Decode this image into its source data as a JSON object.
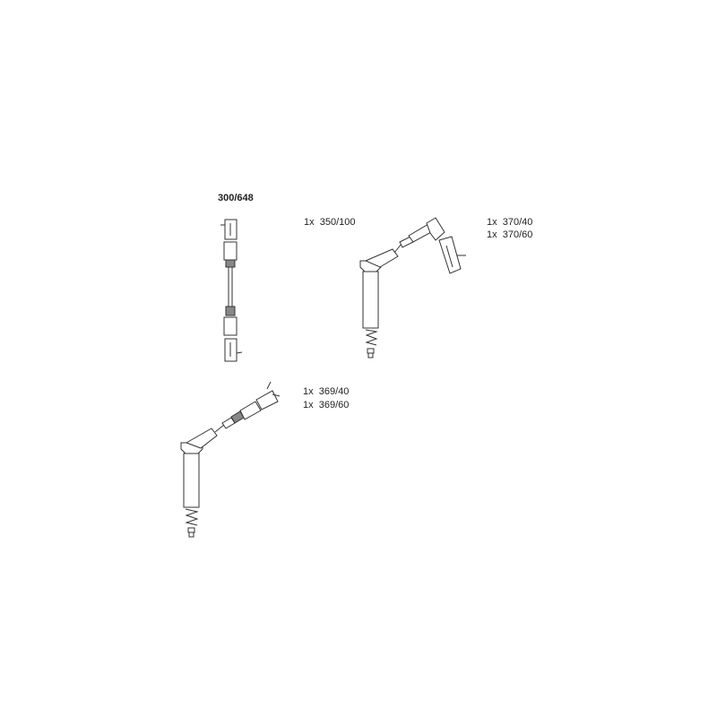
{
  "kit_number": "300/648",
  "parts": [
    {
      "qty": "1x",
      "code": "350/100"
    },
    {
      "qty": "1x",
      "code": "370/40"
    },
    {
      "qty": "1x",
      "code": "370/60"
    },
    {
      "qty": "1x",
      "code": "369/40"
    },
    {
      "qty": "1x",
      "code": "369/60"
    }
  ]
}
